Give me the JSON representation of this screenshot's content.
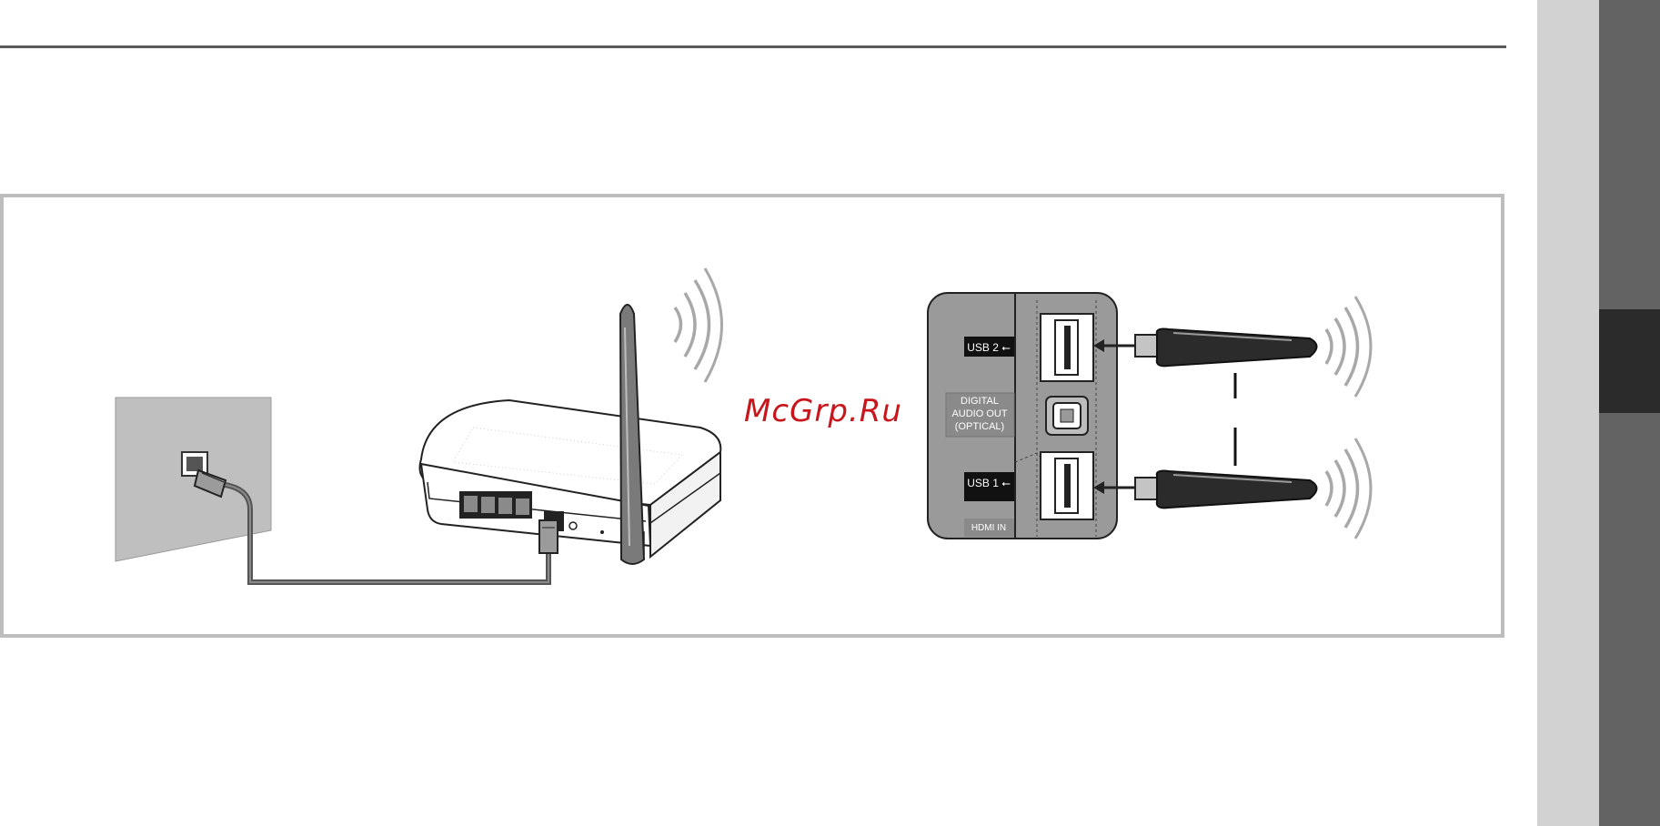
{
  "tv_panel": {
    "usb2_label": "USB 2",
    "usb1_label": "USB 1",
    "optical_line1": "DIGITAL",
    "optical_line2": "AUDIO OUT",
    "optical_line3": "(OPTICAL)",
    "hdmi_label": "HDMI IN",
    "usb_symbol": "⭠"
  },
  "watermark": "McGrp.Ru",
  "colors": {
    "rule": "#5a5a5a",
    "frame": "#bdbdbd",
    "panel": "#9a9a9a",
    "side_light": "#d2d2d2",
    "side_dark": "#636363",
    "side_active": "#2b2b2b",
    "watermark": "#c8161d"
  },
  "icons": [
    "wall-socket-icon",
    "ethernet-plug-icon",
    "router-icon",
    "antenna-icon",
    "wireless-signal-icon",
    "usb-dongle-icon",
    "arrow-left-icon"
  ]
}
